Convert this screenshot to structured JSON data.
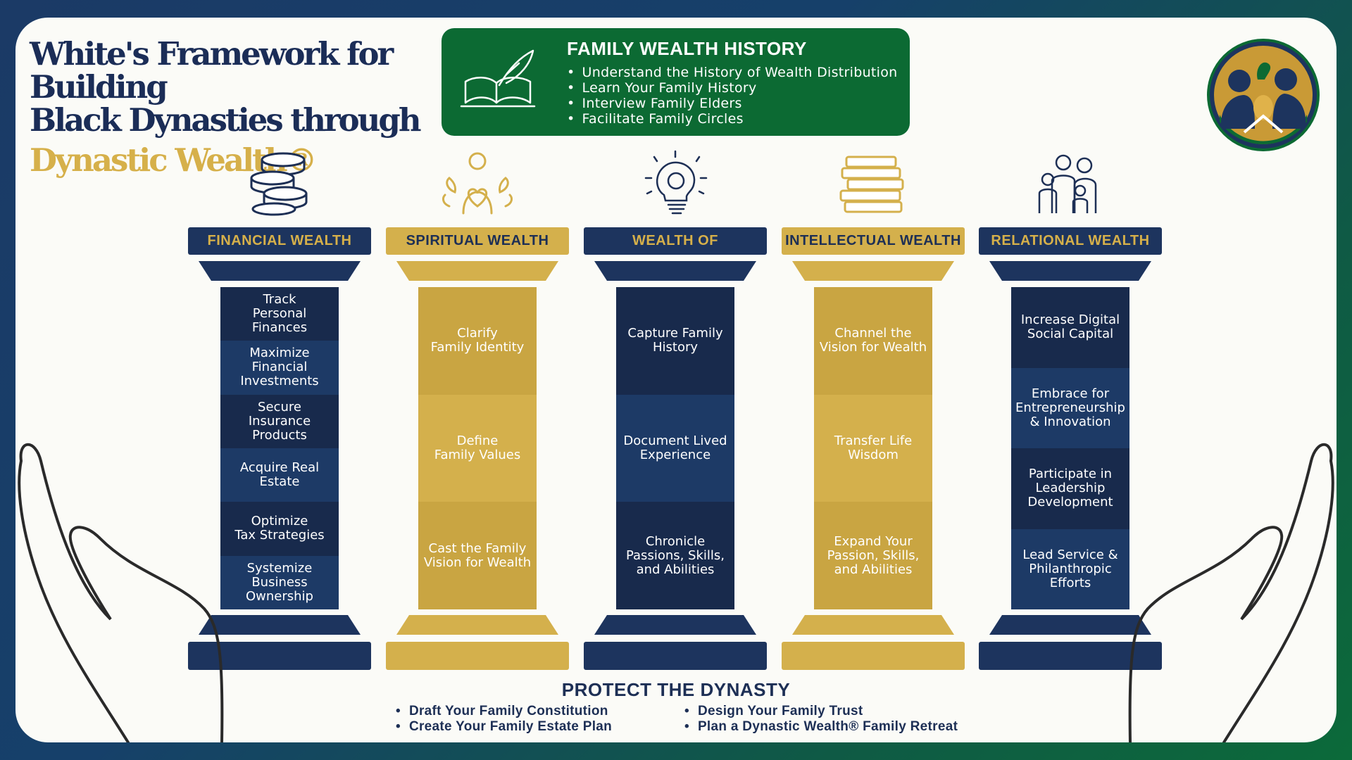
{
  "title": {
    "line1": "White's Framework for Building",
    "line2": "Black Dynasties through",
    "line3": "Dynastic Wealth®"
  },
  "history": {
    "heading": "FAMILY WEALTH HISTORY",
    "items": [
      "Understand the History of Wealth Distribution",
      "Learn Your Family History",
      "Interview Family Elders",
      "Facilitate Family Circles"
    ]
  },
  "pillars": [
    {
      "heading": "FINANCIAL WEALTH",
      "icon": "coins-icon",
      "cells": [
        "Track\nPersonal\nFinances",
        "Maximize\nFinancial\nInvestments",
        "Secure\nInsurance\nProducts",
        "Acquire Real\nEstate",
        "Optimize\nTax Strategies",
        "Systemize\nBusiness\nOwnership"
      ]
    },
    {
      "heading": "SPIRITUAL WEALTH",
      "icon": "spiritual-person-icon",
      "cells": [
        "Clarify\nFamily Identity",
        "Define\nFamily Values",
        "Cast the Family\nVision for Wealth"
      ]
    },
    {
      "heading": "WEALTH OF KNOWLEDGE",
      "icon": "lightbulb-brain-icon",
      "cells": [
        "Capture Family\nHistory",
        "Document Lived\nExperience",
        "Chronicle\nPassions, Skills,\nand Abilities"
      ]
    },
    {
      "heading": "INTELLECTUAL WEALTH",
      "icon": "books-icon",
      "cells": [
        "Channel the\nVision for Wealth",
        "Transfer Life\nWisdom",
        "Expand Your\nPassion, Skills,\nand Abilities"
      ]
    },
    {
      "heading": "RELATIONAL WEALTH",
      "icon": "family-icon",
      "cells": [
        "Increase Digital\nSocial Capital",
        "Embrace for\nEntrepreneurship\n& Innovation",
        "Participate in\nLeadership\nDevelopment",
        "Lead Service &\nPhilanthropic\nEfforts"
      ]
    }
  ],
  "protect": {
    "heading": "PROTECT THE DYNASTY",
    "left": [
      "Draft Your Family Constitution",
      "Create Your Family Estate Plan"
    ],
    "right": [
      "Design Your Family Trust",
      "Plan a Dynastic Wealth® Family Retreat"
    ]
  },
  "colors": {
    "navy": "#1d345e",
    "gold": "#d4b04c",
    "green": "#0c6a33",
    "navy_dark": "#182a4c",
    "gold_dark": "#c9a542"
  }
}
